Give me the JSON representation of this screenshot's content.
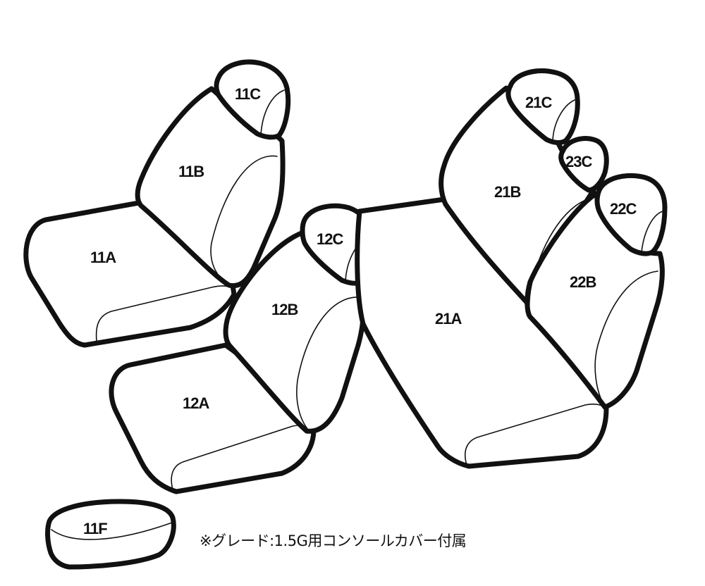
{
  "labels": {
    "p11A": "11A",
    "p11B": "11B",
    "p11C": "11C",
    "p11F": "11F",
    "p12A": "12A",
    "p12B": "12B",
    "p12C": "12C",
    "p21A": "21A",
    "p21B": "21B",
    "p21C": "21C",
    "p22B": "22B",
    "p22C": "22C",
    "p23C": "23C"
  },
  "note": "※グレード:1.5G用コンソールカバー付属"
}
